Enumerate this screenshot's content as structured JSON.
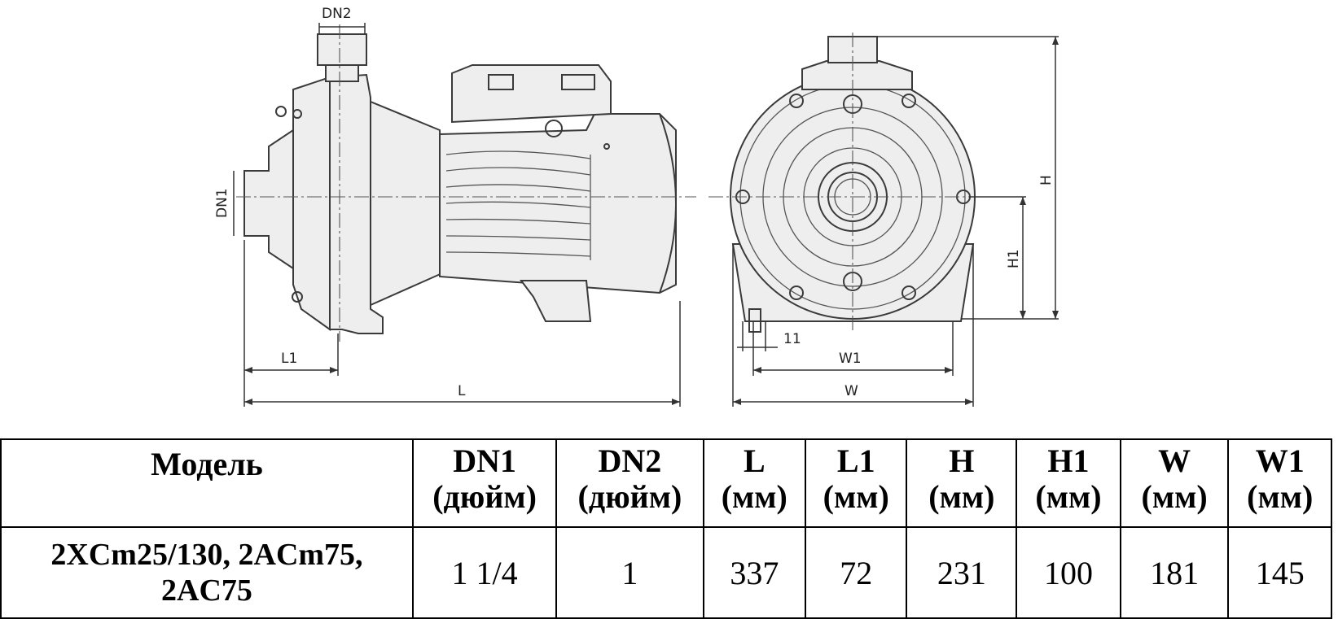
{
  "drawing": {
    "labels": {
      "dn2": "DN2",
      "dn1": "DN1",
      "l1": "L1",
      "l": "L",
      "h": "H",
      "h1": "H1",
      "w1": "W1",
      "w": "W",
      "eleven": "11"
    }
  },
  "table": {
    "headers": [
      {
        "line1": "Модель",
        "line2": ""
      },
      {
        "line1": "DN1",
        "line2": "(дюйм)"
      },
      {
        "line1": "DN2",
        "line2": "(дюйм)"
      },
      {
        "line1": "L",
        "line2": "(мм)"
      },
      {
        "line1": "L1",
        "line2": "(мм)"
      },
      {
        "line1": "H",
        "line2": "(мм)"
      },
      {
        "line1": "H1",
        "line2": "(мм)"
      },
      {
        "line1": "W",
        "line2": "(мм)"
      },
      {
        "line1": "W1",
        "line2": "(мм)"
      }
    ],
    "rows": [
      {
        "model": "2XCm25/130, 2ACm75, 2AC75",
        "dn1": "1 1/4",
        "dn2": "1",
        "l": "337",
        "l1": "72",
        "h": "231",
        "h1": "100",
        "w": "181",
        "w1": "145"
      }
    ]
  }
}
